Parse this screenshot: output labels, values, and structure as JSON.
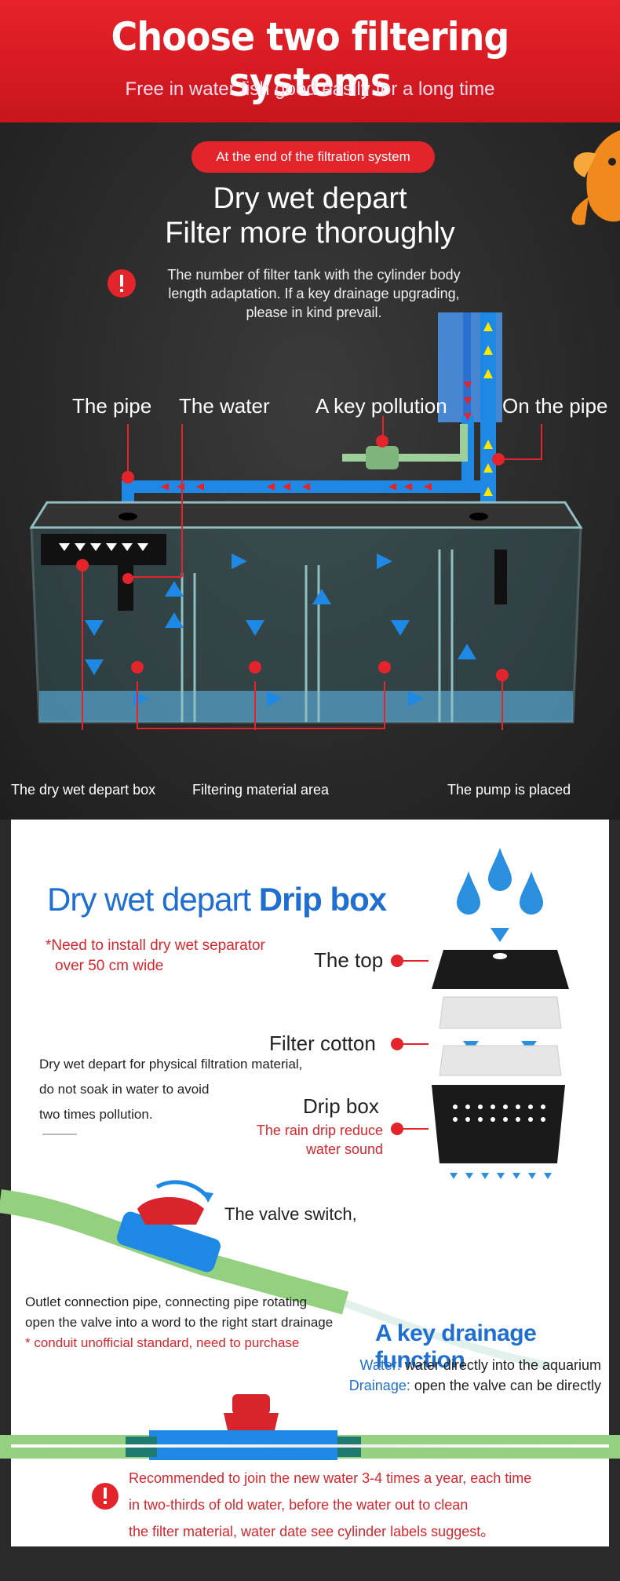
{
  "header": {
    "title": "Choose two filtering systems",
    "subtitle": "Free in water fish good easily for a long time"
  },
  "filtration": {
    "badge": "At the end of the filtration system",
    "heading_line1": "Dry wet depart",
    "heading_line2": "Filter more thoroughly",
    "note_line1": "The number of filter tank with the cylinder body",
    "note_line2": "length adaptation. If a key drainage upgrading,",
    "note_line3": "please in kind prevail.",
    "label_pipe": "The pipe",
    "label_water": "The water",
    "label_key_pollution": "A key pollution",
    "label_on_pipe": "On the pipe",
    "label_dry_wet_box": "The dry wet depart box",
    "label_filter_area": "Filtering material area",
    "label_pump": "The pump is placed"
  },
  "drip": {
    "title_part1": "Dry wet depart",
    "title_part2": "Drip box",
    "req_line1": "*Need to install dry wet separator",
    "req_line2": "over 50 cm wide",
    "desc_line1": "Dry wet depart for physical filtration material,",
    "desc_line2": "do not soak in water to avoid",
    "desc_line3": "two times pollution.",
    "label_top": "The top",
    "label_cotton": "Filter cotton",
    "label_dripbox": "Drip box",
    "dripbox_sub1": "The rain drip reduce",
    "dripbox_sub2": "water sound"
  },
  "valve": {
    "label_switch": "The valve switch,",
    "outlet_line1": "Outlet connection pipe, connecting pipe rotating",
    "outlet_line2": "open the valve into a word to the right start drainage",
    "outlet_line3": "* conduit unofficial standard, need to purchase",
    "key_title": "A key drainage function",
    "water_key": "Water:",
    "water_val": " water directly into the aquarium",
    "drain_key": "Drainage:",
    "drain_val": " open the valve can be directly"
  },
  "recommend": {
    "line1": "Recommended to join the new water 3-4 times a year, each time",
    "line2": "in two-thirds of old water, before the water out to clean",
    "line3": "the filter material, water date see cylinder labels suggest。"
  },
  "colors": {
    "brand_red": "#e3242b",
    "blue": "#1f6fd0",
    "pipe_blue": "#1e88e5",
    "pipe_green": "#8fd47a"
  }
}
